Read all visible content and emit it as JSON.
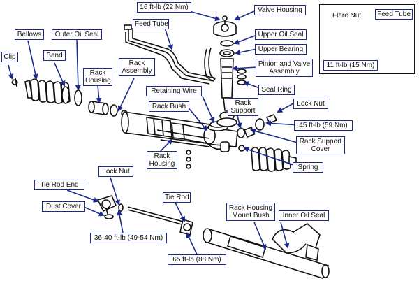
{
  "labels": {
    "torque_16": "16 ft-lb (22 Nm)",
    "valve_housing": "Valve Housing",
    "feed_tube_main": "Feed Tube",
    "upper_oil_seal": "Upper Oil Seal",
    "upper_bearing": "Upper Bearing",
    "pinion_valve": "Pinion and Valve Assembly",
    "seal_ring": "Seal Ring",
    "clip": "Clip",
    "bellows": "Bellows",
    "band": "Band",
    "outer_oil_seal": "Outer Oil Seal",
    "rack_housing_left": "Rack Housing",
    "rack_assembly": "Rack Assembly",
    "retaining_wire": "Retaining Wire",
    "rack_bush": "Rack Bush",
    "rack_support": "Rack Support",
    "lock_nut_top": "Lock Nut",
    "torque_45": "45 ft-lb (59 Nm)",
    "rack_support_cover": "Rack Support Cover",
    "spring": "Spring",
    "rack_housing_center": "Rack Housing",
    "tie_rod_end": "Tie Rod End",
    "lock_nut_bottom": "Lock Nut",
    "dust_cover": "Dust Cover",
    "torque_36_40": "36-40 ft-lb (49-54 Nm)",
    "tie_rod": "Tie Rod",
    "torque_65": "65 ft-lb (88 Nm)",
    "rack_housing_mount_bush": "Rack Housing Mount Bush",
    "inner_oil_seal": "Inner Oil Seal"
  },
  "inset": {
    "flare_nut": "Flare Nut",
    "feed_tube": "Feed Tube",
    "torque_11": "11 ft-lb (15 Nm)"
  },
  "colors": {
    "label_border": "#1b2a8a",
    "arrow": "#1b2a8a",
    "part_line": "#111111"
  }
}
